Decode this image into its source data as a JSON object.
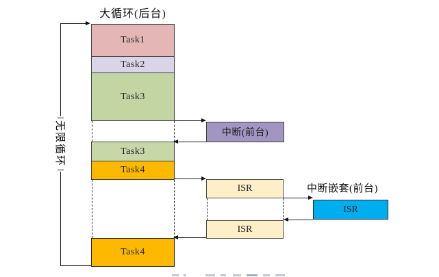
{
  "diagram_title": "大循环(后台)",
  "loop": {
    "label": "无限循环"
  },
  "background_stack": {
    "segments": [
      {
        "id": "task1",
        "label": "Task1",
        "color": "#e4b6b5"
      },
      {
        "id": "task2",
        "label": "Task2",
        "color": "#dad4e8"
      },
      {
        "id": "task3",
        "label": "Task3",
        "color": "#c3d5a2"
      },
      {
        "id": "task3-resume",
        "label": "Task3",
        "color": "#c7d7a7"
      },
      {
        "id": "task4",
        "label": "Task4",
        "color": "#fdb900"
      },
      {
        "id": "task4-resume",
        "label": "Task4",
        "color": "#fdb900"
      }
    ]
  },
  "foreground": {
    "interrupt_label": "中断(前台)",
    "interrupt_color": "#a195c1",
    "isr_first_label": "ISR",
    "isr_second_label": "ISR",
    "isr_color": "#fdf0c9",
    "nested_title": "中断嵌套(前台)",
    "nested_isr_label": "ISR",
    "nested_isr_color": "#00aeef"
  },
  "colors": {
    "line": "#1a1a1a",
    "box_border": "#3f3f3f"
  }
}
